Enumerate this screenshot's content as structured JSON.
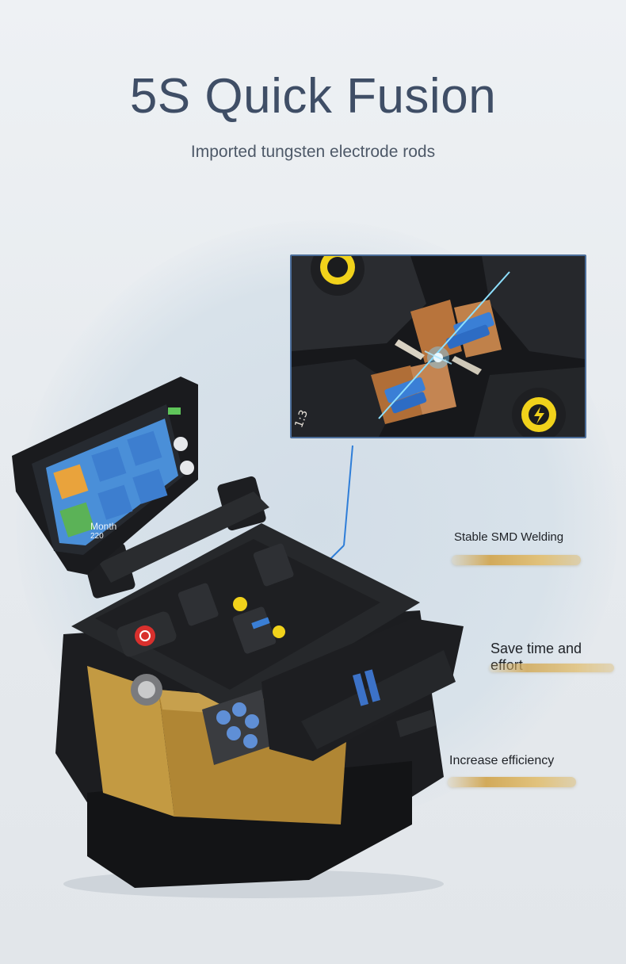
{
  "header": {
    "title": "5S Quick Fusion",
    "subtitle": "Imported tungsten electrode rods"
  },
  "features": [
    {
      "label": "Stable SMD Welding"
    },
    {
      "label_line1": "Save time and",
      "label_line2": "effort"
    },
    {
      "label": "Increase efficiency"
    }
  ],
  "device_screen": {
    "label": "Month",
    "value": "220"
  },
  "colors": {
    "title": "#3f4e66",
    "accent_bar": "#d2aa5a",
    "frame": "#4c6e9a",
    "device_body": "#1c1d20",
    "electrode_button": "#f1d21b"
  }
}
